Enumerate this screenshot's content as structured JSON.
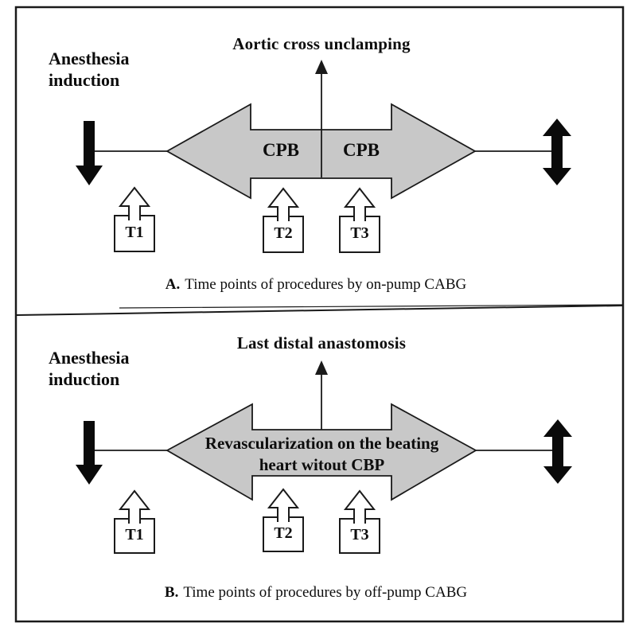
{
  "figure": {
    "colors": {
      "arrow_fill": "#c8c8c8",
      "ink": "#000000",
      "background": "#ffffff"
    },
    "panel_a": {
      "event_label": "Aortic cross unclamping",
      "start_label_line1": "Anesthesia",
      "start_label_line2": "induction",
      "arrow_segment_left": "CPB",
      "arrow_segment_right": "CPB",
      "timepoints": [
        "T1",
        "T2",
        "T3"
      ],
      "caption_prefix": "A.",
      "caption_text": "Time points of procedures by on-pump CABG"
    },
    "panel_b": {
      "event_label": "Last distal anastomosis",
      "start_label_line1": "Anesthesia",
      "start_label_line2": "induction",
      "arrow_text_line1": "Revascularization on the beating",
      "arrow_text_line2": "heart witout CBP",
      "timepoints": [
        "T1",
        "T2",
        "T3"
      ],
      "caption_prefix": "B.",
      "caption_text": "Time points of procedures by off-pump CABG"
    }
  }
}
